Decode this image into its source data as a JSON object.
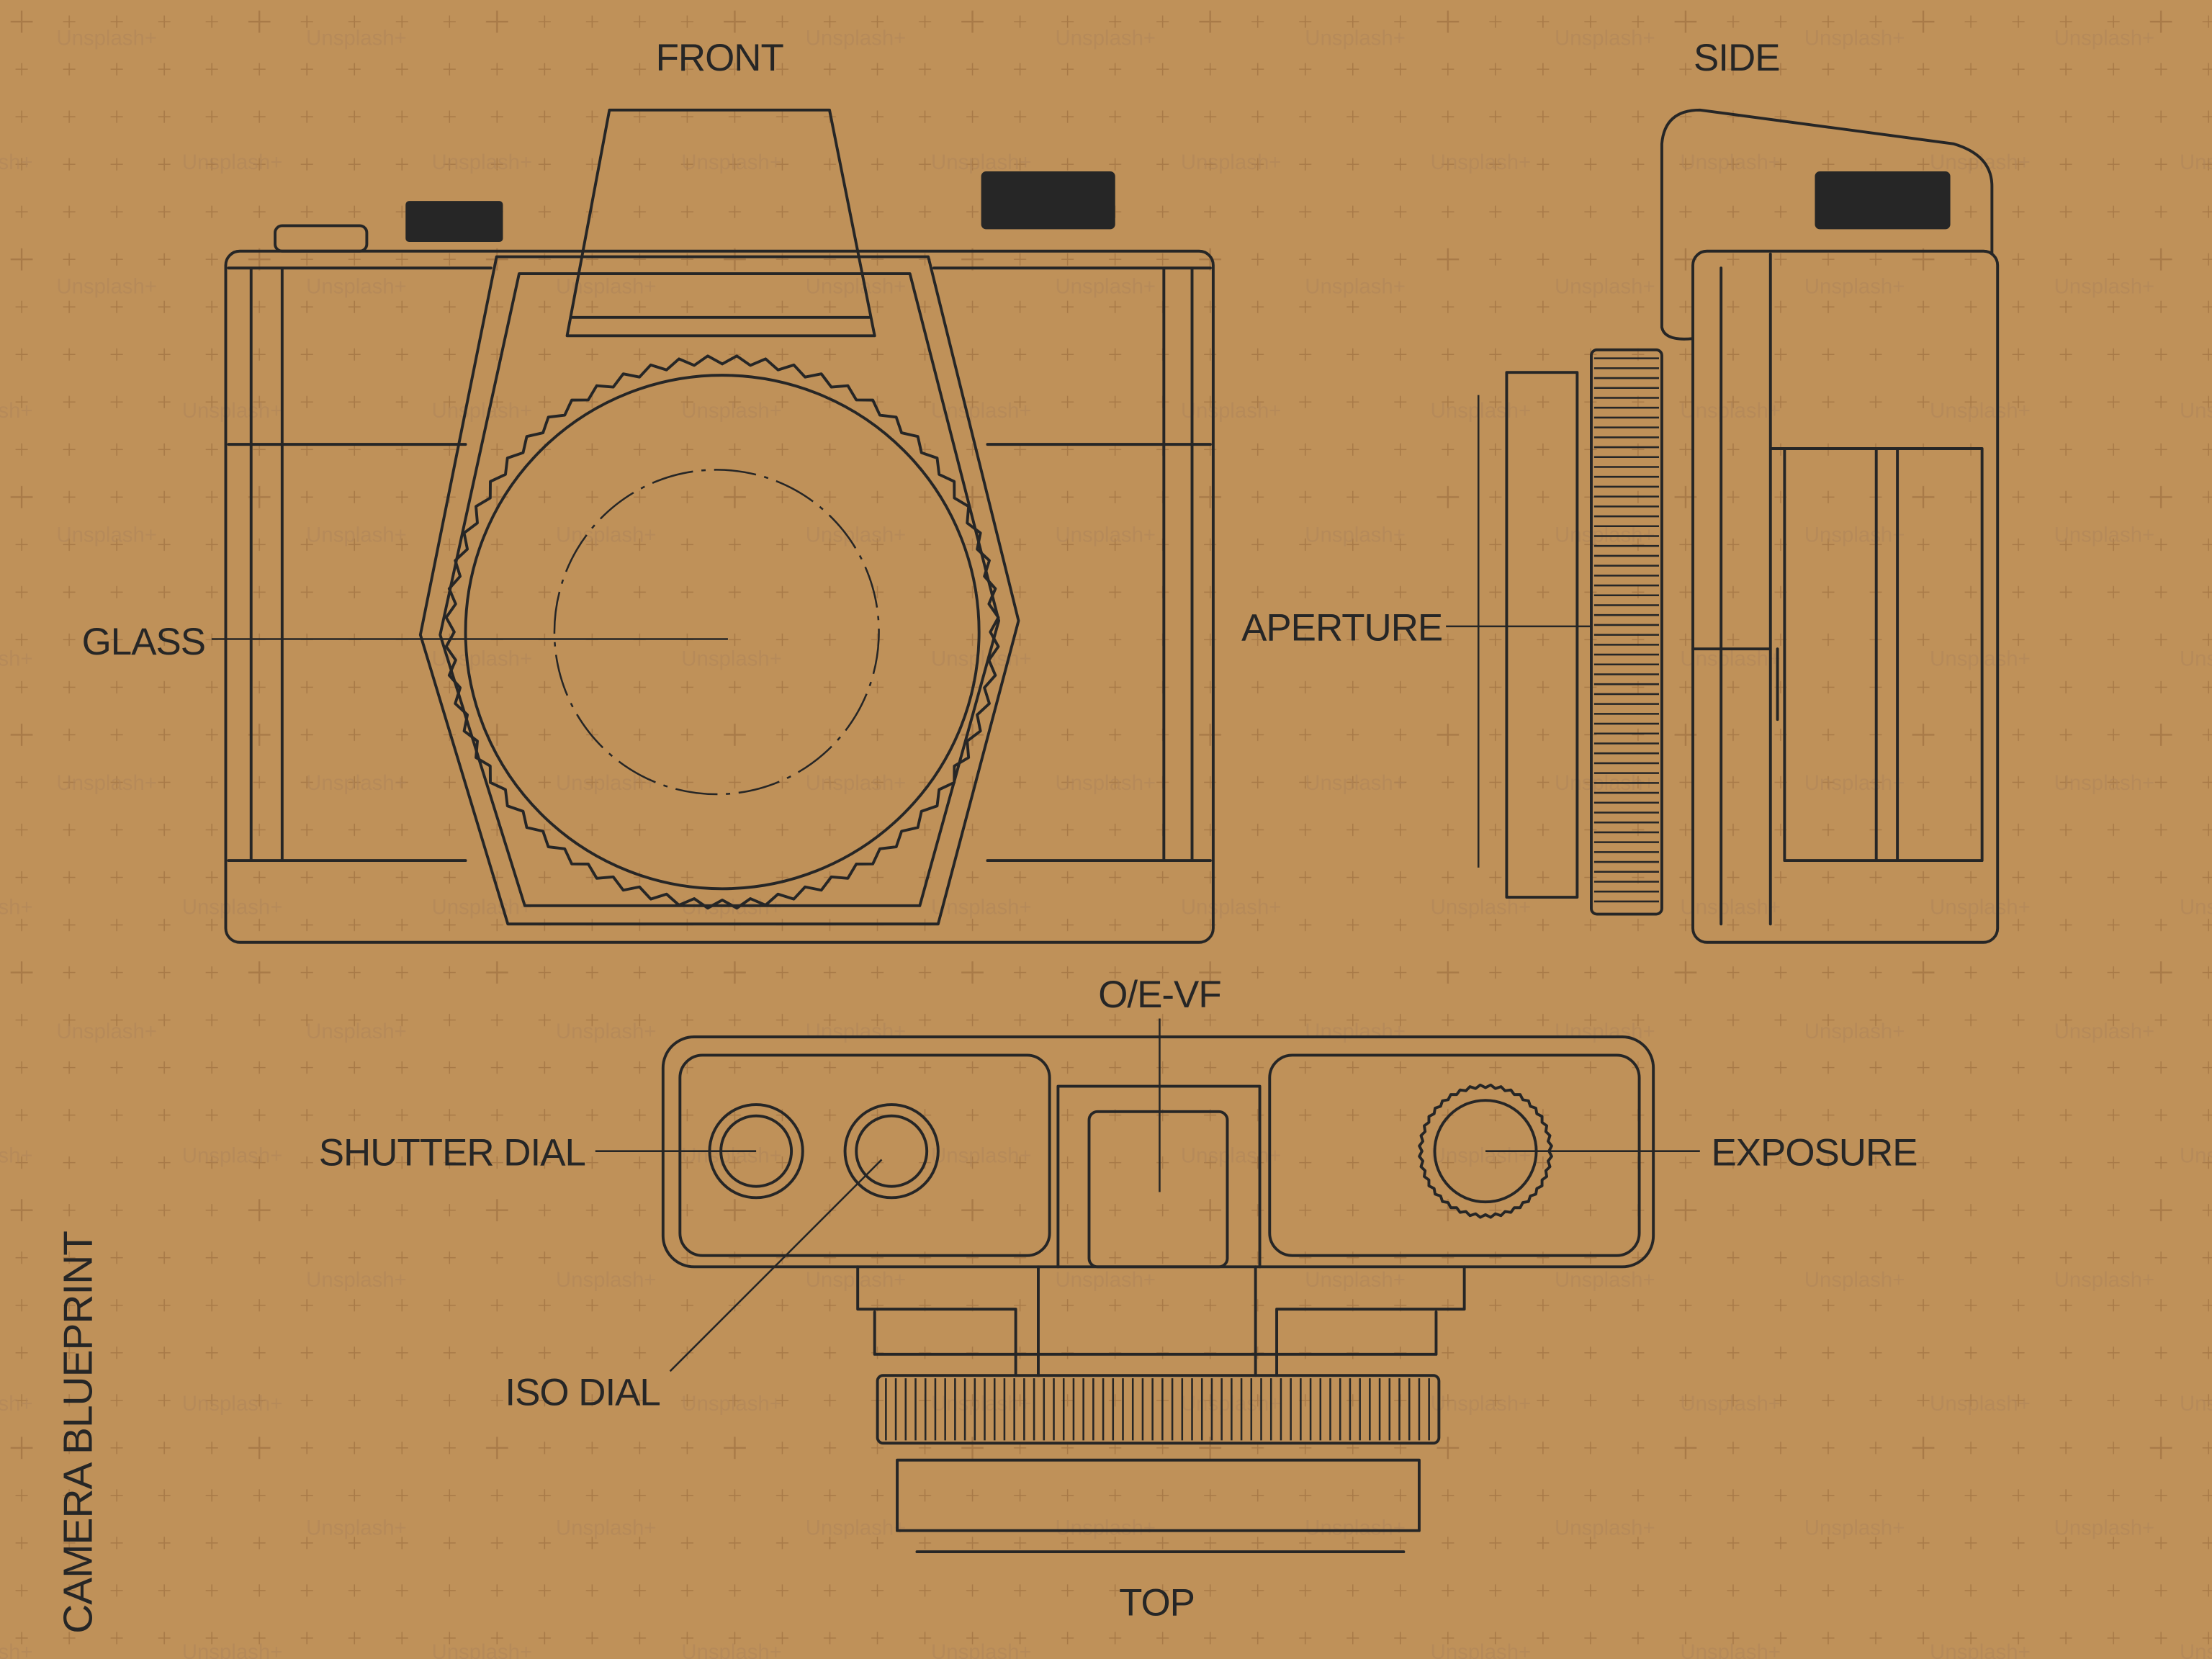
{
  "title": "CAMERA BLUEPRINT",
  "views": {
    "front": "FRONT",
    "side": "SIDE",
    "top": "TOP"
  },
  "callouts": {
    "glass": "GLASS",
    "aperture": "APERTURE",
    "viewfinder": "O/E-VF",
    "shutter_dial": "SHUTTER DIAL",
    "iso_dial": "ISO DIAL",
    "exposure": "EXPOSURE"
  },
  "watermark": "Unsplash+",
  "colors": {
    "background": "#BF9159",
    "ink": "#262626",
    "grid": "#A87A48"
  }
}
